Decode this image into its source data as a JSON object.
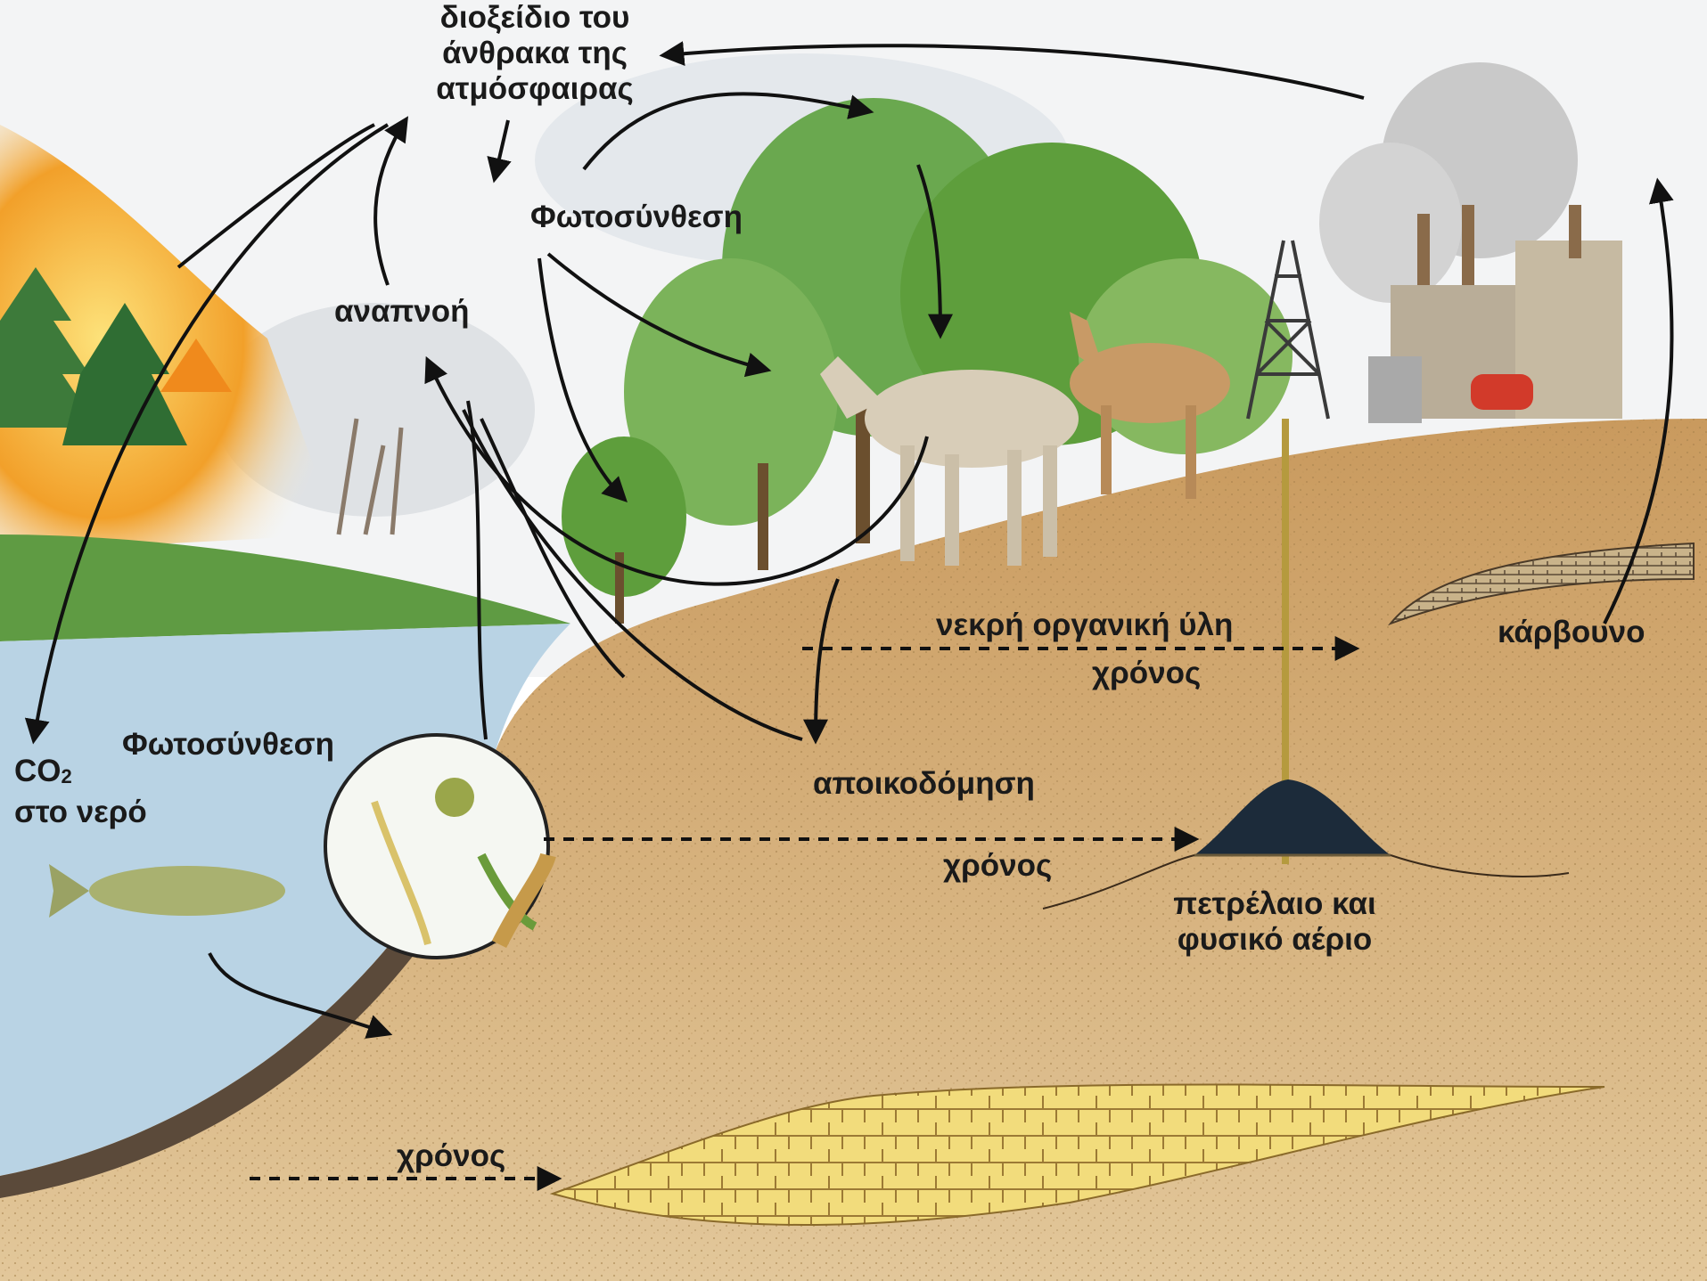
{
  "labels": {
    "atmosphere_co2": [
      "διοξείδιο του",
      "άνθρακα της",
      "ατμόσφαιρας"
    ],
    "photosynthesis_land": "Φωτοσύνθεση",
    "respiration": "αναπνοή",
    "photosynthesis_water": "Φωτοσύνθεση",
    "co2_water": {
      "main": "CO",
      "sub": "2",
      "line2": "στο νερό"
    },
    "decomposition": "αποικοδόμηση",
    "dead_organic_matter": "νεκρή οργανική ύλη",
    "time": "χρόνος",
    "coal": "κάρβουνο",
    "oil_gas": [
      "πετρέλαιο και",
      "φυσικό αέριο"
    ]
  },
  "colors": {
    "sky": "#f2f4f6",
    "water": "#b9d3e4",
    "soil": "#d9b987",
    "soil_dark": "#c9a06a",
    "forest": "#5e9e3c",
    "fire": "#f0a020",
    "arrow": "#111111"
  }
}
